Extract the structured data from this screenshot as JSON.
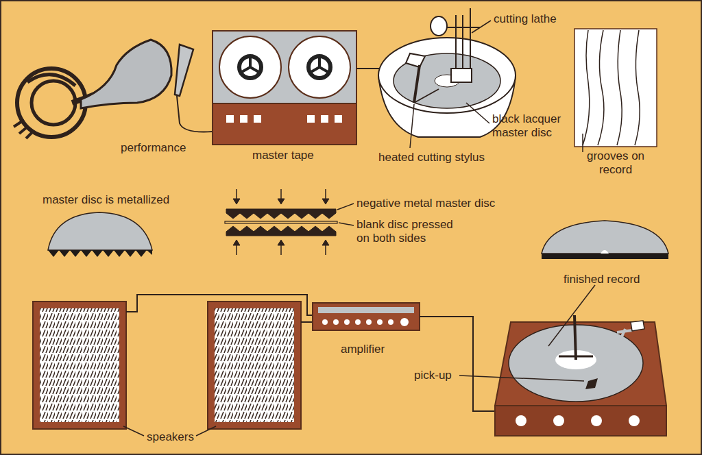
{
  "diagram": {
    "labels": [
      "performance",
      "master tape",
      "cutting lathe",
      "black lacquer master disc",
      "heated cutting stylus",
      "grooves on record",
      "master disc is metallized",
      "negative metal master disc",
      "blank disc pressed on both sides",
      "finished record",
      "amplifier",
      "pick-up",
      "speakers"
    ]
  }
}
